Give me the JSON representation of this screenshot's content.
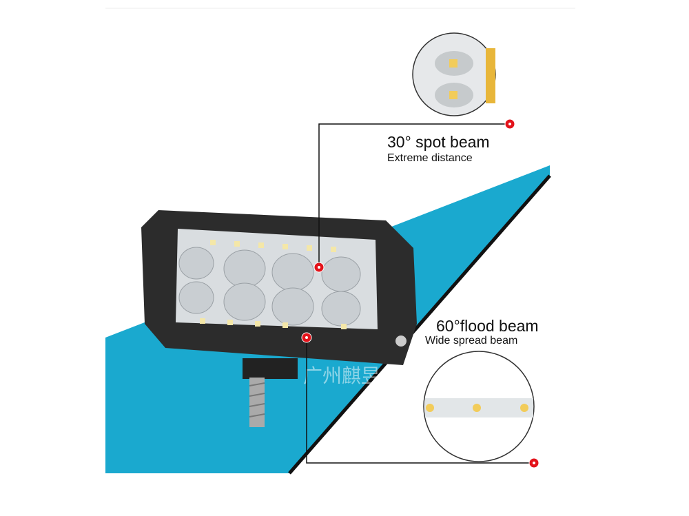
{
  "annotations": {
    "spot": {
      "title": "30° spot beam",
      "subtitle": "Extreme distance"
    },
    "flood": {
      "title": "60°flood beam",
      "subtitle": "Wide spread beam"
    }
  },
  "watermark": "广州麒昱",
  "colors": {
    "beam": "#1aa9cf",
    "marker": "#e3131b",
    "housing": "#2a2a2a"
  }
}
